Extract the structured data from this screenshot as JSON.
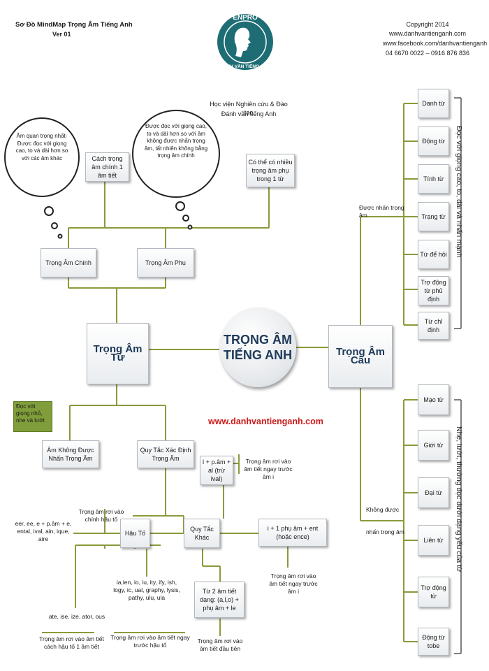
{
  "header": {
    "title": "Sơ Đồ MindMap Trọng Âm Tiếng Anh",
    "version": "Ver 01",
    "copyright": "Copyright 2014",
    "site": "www.danhvantienganh.com",
    "facebook": "www.facebook.com/danhvantienganh",
    "phone": "04 6670 0022 – 0916 876 836",
    "logo_top": "ENPRO",
    "logo_bottom": "ĐÁNH VẦN TIẾNG ANH",
    "institute_1": "Học viện Nghiên cứu & Đào tạo",
    "institute_2": "Đánh vần tiếng Anh"
  },
  "center": {
    "line1": "TRỌNG ÂM",
    "line2": "TIẾNG ANH"
  },
  "website": "www.danhvantienganh.com",
  "word_stress": {
    "main": "Trọng Âm Từ",
    "primary": "Trọng Âm Chính",
    "secondary": "Trọng Âm Phụ",
    "primary_note": "Cách trọng âm chính 1 âm tiết",
    "secondary_note": "Có thể có nhiều trọng âm phụ trong 1 từ",
    "cloud_primary": "Âm quan trọng nhất- Được đọc với giọng cao, to và dài hơn so với các âm khác",
    "cloud_secondary": "Được đọc với giọng cao, to và dài hơn so với âm không được nhấn trọng âm, tất nhiên không bằng trọng âm chính",
    "unstressed": "Âm Không Được Nhấn Trọng Âm",
    "unstressed_note": "Đọc với giọng nhỏ, nhẹ và lướt",
    "rules": "Quy Tắc Xác Định Trọng Âm",
    "suffix": "Hậu Tố",
    "other_rules": "Quy Tắc Khác",
    "suffix_note": "Trọng âm rơi vào chính hậu tố",
    "suffix_list": "eer, ee, e + p.âm + e, ental, ival, ain, ique, aire",
    "suffix_list2": "ate, ise, ize, ator, ous",
    "suffix_list2_note": "Trọng âm rơi vào âm tiết cách hậu tố 1 âm tiết",
    "suffix_list3": "ia,ien, io, iu, ity, ify, ish, logy, ic, ual, graphy, lysis, pathy, ulu, ula",
    "suffix_list3_note": "Trọng âm rơi vào âm tiết ngay trước hậu tố",
    "rule_i_al": "I + p.âm + al (trừ ival)",
    "rule_i_al_note": "Trọng âm rơi vào âm tiết ngay trước âm i",
    "rule_ent": "i + 1 phụ âm + ent (hoặc ence)",
    "rule_ent_note": "Trọng âm rơi vào âm tiết ngay trước âm i",
    "rule_2syl": "Từ 2 âm tiết dạng: (a,l,o) + phụ âm + le",
    "rule_2syl_note": "Trọng âm rơi vào âm tiết đầu tiên"
  },
  "sentence_stress": {
    "main": "Trọng Âm Câu",
    "stressed_label": "Được nhấn trọng âm",
    "stressed": [
      "Danh từ",
      "Động từ",
      "Tính từ",
      "Trạng từ",
      "Từ để hỏi",
      "Trợ động từ phủ định",
      "Từ chỉ định"
    ],
    "stressed_note": "Đọc với giọng cao, to, dài và nhấn mạnh",
    "unstressed_label_1": "Không được",
    "unstressed_label_2": "nhấn trọng âm",
    "unstressed": [
      "Mạo từ",
      "Giới từ",
      "Đại từ",
      "Liên từ",
      "Trợ động từ",
      "Động từ tobe"
    ],
    "unstressed_note": "Nhẹ, lướt, thường đọc dưới dạng yếu của từ"
  },
  "colors": {
    "line": "#8a9a3a",
    "title_blue": "#1f3a5a",
    "red_text": "#cc1a1a",
    "logo_teal": "#1e6d74",
    "green_box": "#7f9d3a"
  }
}
